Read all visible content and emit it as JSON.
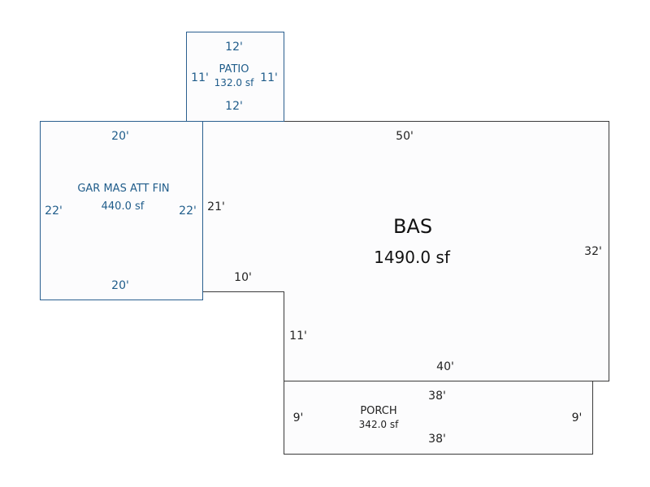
{
  "colors": {
    "outline_blue": "#2a5f8f",
    "text_blue": "#1f5c8a",
    "outline_dark": "#3a3a3a",
    "text_dark": "#222222",
    "fill": "#fcfcfd"
  },
  "patio": {
    "name": "PATIO",
    "area": "132.0 sf",
    "dim_top": "12'",
    "dim_bottom": "12'",
    "dim_left": "11'",
    "dim_right": "11'"
  },
  "garage": {
    "name": "GAR MAS ATT FIN",
    "area": "440.0 sf",
    "dim_top": "20'",
    "dim_bottom": "20'",
    "dim_left": "22'",
    "dim_right": "22'"
  },
  "bas": {
    "name": "BAS",
    "area": "1490.0 sf",
    "dim_top": "50'",
    "dim_left_upper": "21'",
    "dim_notch": "10'",
    "dim_left_lower": "11'",
    "dim_bottom": "40'",
    "dim_right": "32'"
  },
  "porch": {
    "name": "PORCH",
    "area": "342.0 sf",
    "dim_top": "38'",
    "dim_bottom": "38'",
    "dim_left": "9'",
    "dim_right": "9'"
  }
}
